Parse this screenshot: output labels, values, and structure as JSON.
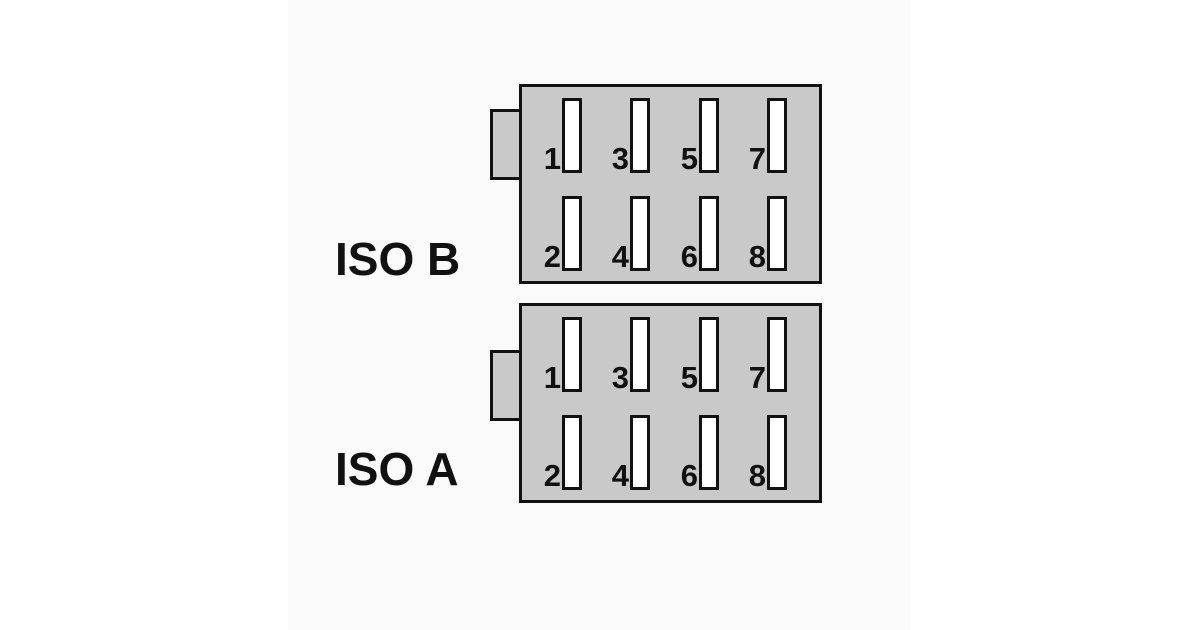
{
  "connectors": [
    {
      "label": "ISO B",
      "pins": [
        "1",
        "2",
        "3",
        "4",
        "5",
        "6",
        "7",
        "8"
      ]
    },
    {
      "label": "ISO A",
      "pins": [
        "1",
        "2",
        "3",
        "4",
        "5",
        "6",
        "7",
        "8"
      ]
    }
  ]
}
